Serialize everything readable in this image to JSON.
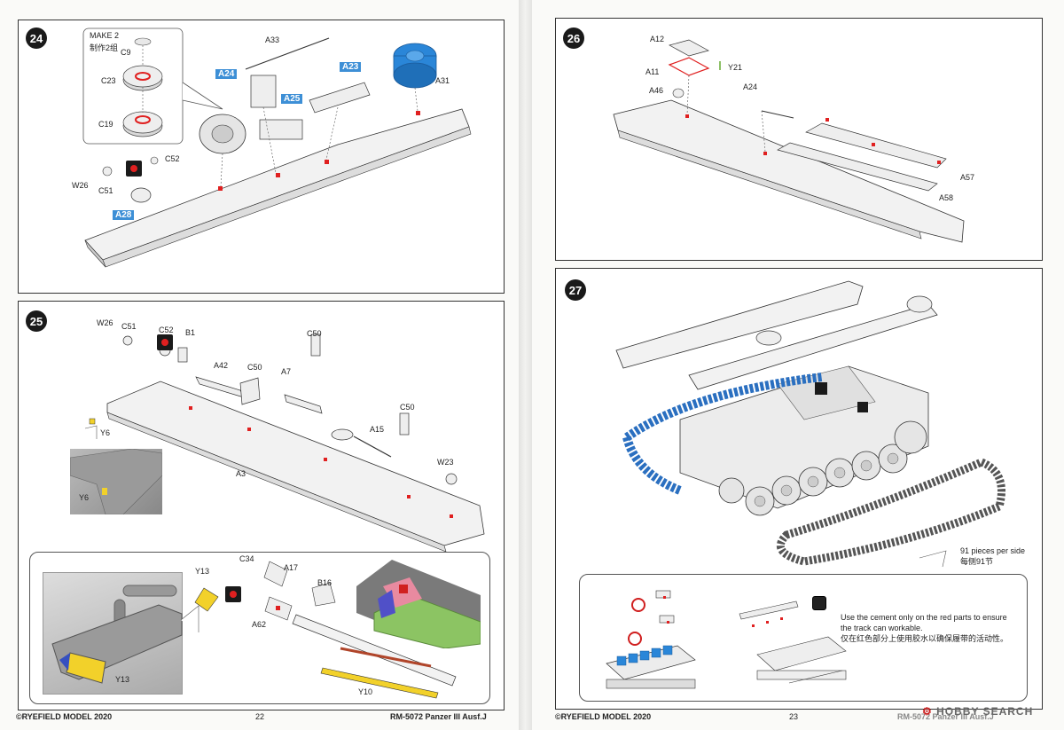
{
  "left_page": {
    "footer_brand": "©RYEFIELD MODEL 2020",
    "page_number": "22",
    "footer_title": "RM-5072 Panzer III Ausf.J",
    "step24": {
      "number": "24",
      "inset_title": "MAKE 2",
      "inset_subtitle": "制作2组",
      "labels": [
        "C9",
        "C23",
        "C19",
        "A33",
        "A24",
        "A23",
        "A25",
        "A31",
        "C52",
        "W26",
        "C51",
        "A28"
      ]
    },
    "step25": {
      "number": "25",
      "labels": [
        "W26",
        "C51",
        "C52",
        "B1",
        "A42",
        "C50",
        "A7",
        "C50",
        "C50",
        "A15",
        "W23",
        "A3",
        "Y6",
        "Y6"
      ],
      "detail_labels": [
        "Y13",
        "Y13",
        "C34",
        "A17",
        "B16",
        "A62",
        "Y10"
      ]
    }
  },
  "right_page": {
    "footer_brand": "©RYEFIELD MODEL 2020",
    "page_number": "23",
    "footer_title": "RM-5072 Panzer III Ausf.J",
    "step26": {
      "number": "26",
      "labels": [
        "A12",
        "Y21",
        "A11",
        "A46",
        "A24",
        "A57",
        "A58"
      ]
    },
    "step27": {
      "number": "27",
      "track_note_en": "91 pieces per side",
      "track_note_cn": "每侧91节",
      "cement_note_en_1": "Use the cement only on the red parts to ensure",
      "cement_note_en_2": "the track can workable.",
      "cement_note_cn": "仅在红色部分上使用胶水以确保履带的活动性。"
    }
  },
  "watermark": {
    "brand": "HOBBY SEARCH"
  },
  "colors": {
    "highlight_blue": "#3d8fd6",
    "cement_red": "#e02020",
    "photo_yellow": "#f2d12a",
    "photo_green": "#8cc463"
  }
}
